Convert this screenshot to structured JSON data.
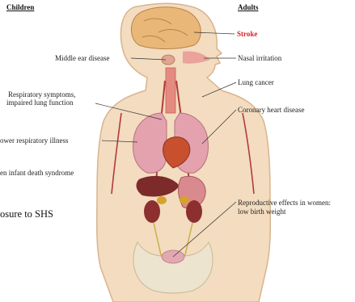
{
  "headers": {
    "children": "Children",
    "adults": "Adults"
  },
  "children_labels": {
    "middle_ear": "Middle ear disease",
    "respiratory_1": "Respiratory symptoms,",
    "respiratory_2": "impaired lung function",
    "lower_resp": "ower respiratory illness",
    "sids": "en infant death syndrome"
  },
  "adult_labels": {
    "stroke": "Stroke",
    "nasal": "Nasal irritation",
    "lung_cancer": "Lung cancer",
    "heart": "Coronary heart disease",
    "repro_1": "Reproductive effects in women:",
    "repro_2": "low birth weight"
  },
  "caption": "osure to SHS",
  "colors": {
    "skin": "#f3dcbf",
    "skin_edge": "#d9b48e",
    "brain": "#e9b777",
    "lung": "#e3a2ad",
    "heart": "#c8502e",
    "liver": "#7d2a2a",
    "stomach": "#d98a8f",
    "bone": "#ede4cf",
    "stroke_text": "#d8202a"
  }
}
